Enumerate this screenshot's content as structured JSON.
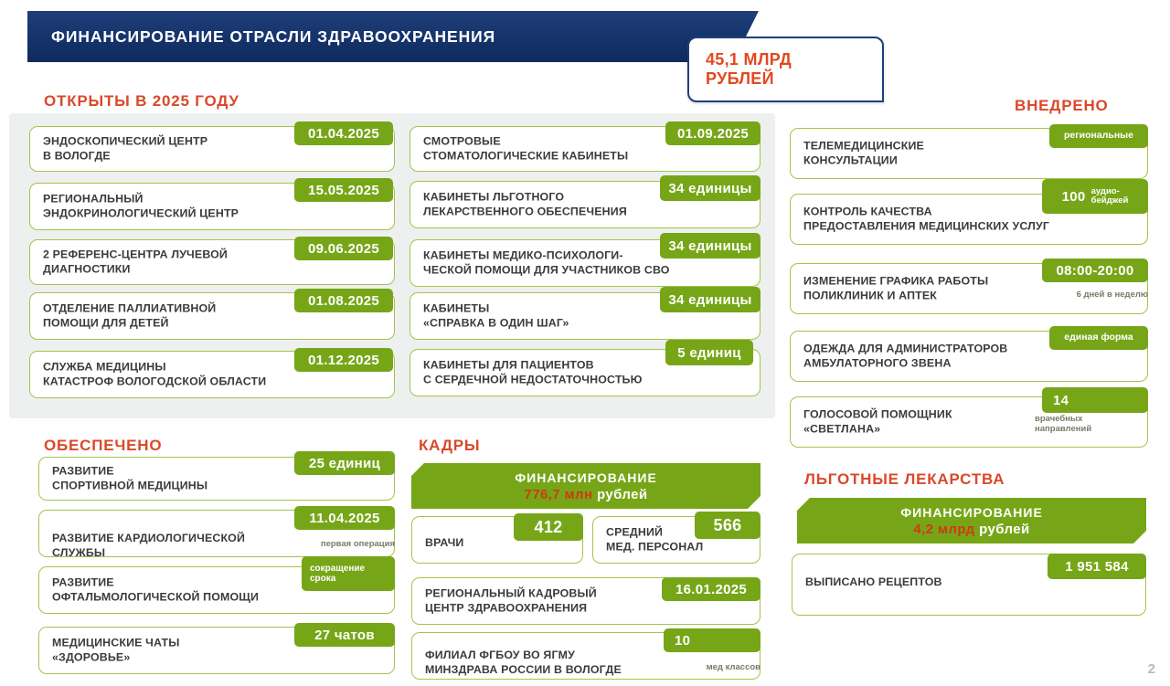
{
  "header": {
    "title": "ФИНАНСИРОВАНИЕ ОТРАСЛИ ЗДРАВООХРАНЕНИЯ",
    "kpi_line1": "45,1 МЛРД",
    "kpi_line2": "РУБЛЕЙ",
    "banner_color": "#1f3f7a",
    "kpi_color": "#e0491f"
  },
  "page_number": "2",
  "theme": {
    "green": "#76a617",
    "card_border": "#a4c44a",
    "heading_red": "#d9492a",
    "panel_bg": "#eef0ef",
    "text_gray": "#3b3b3b"
  },
  "sections": {
    "opened": {
      "heading": "ОТКРЫТЫ В 2025 ГОДУ",
      "col1": [
        {
          "text": "ЭНДОСКОПИЧЕСКИЙ ЦЕНТР\nВ ВОЛОГДЕ",
          "badge": "01.04.2025"
        },
        {
          "text": "РЕГИОНАЛЬНЫЙ\nЭНДОКРИНОЛОГИЧЕСКИЙ ЦЕНТР",
          "badge": "15.05.2025"
        },
        {
          "text": "2 РЕФЕРЕНС-ЦЕНТРА ЛУЧЕВОЙ\nДИАГНОСТИКИ",
          "badge": "09.06.2025"
        },
        {
          "text": "ОТДЕЛЕНИЕ ПАЛЛИАТИВНОЙ\nПОМОЩИ ДЛЯ ДЕТЕЙ",
          "badge": "01.08.2025"
        },
        {
          "text": "СЛУЖБА МЕДИЦИНЫ\nКАТАСТРОФ ВОЛОГОДСКОЙ ОБЛАСТИ",
          "badge": "01.12.2025"
        }
      ],
      "col2": [
        {
          "text": "СМОТРОВЫЕ\nСТОМАТОЛОГИЧЕСКИЕ КАБИНЕТЫ",
          "badge": "01.09.2025"
        },
        {
          "text": "КАБИНЕТЫ ЛЬГОТНОГО\nЛЕКАРСТВЕННОГО ОБЕСПЕЧЕНИЯ",
          "badge": "34 единицы"
        },
        {
          "text": "КАБИНЕТЫ МЕДИКО-ПСИХОЛОГИ-\nЧЕСКОЙ ПОМОЩИ ДЛЯ УЧАСТНИКОВ СВО",
          "badge": "34 единицы"
        },
        {
          "text": "КАБИНЕТЫ\n«СПРАВКА В ОДИН ШАГ»",
          "badge": "34 единицы"
        },
        {
          "text": "КАБИНЕТЫ ДЛЯ ПАЦИЕНТОВ\nС СЕРДЕЧНОЙ НЕДОСТАТОЧНОСТЬЮ",
          "badge": "5 единиц"
        }
      ]
    },
    "implemented": {
      "heading": "ВНЕДРЕНО",
      "items": [
        {
          "text": "ТЕЛЕМЕДИЦИНСКИЕ\nКОНСУЛЬТАЦИИ",
          "badge_small": "региональные"
        },
        {
          "text": "КОНТРОЛЬ КАЧЕСТВА\nПРЕДОСТАВЛЕНИЯ МЕДИЦИНСКИХ УСЛУГ",
          "badge_big": "100",
          "badge_small": "аудио-\nбейджей"
        },
        {
          "text": "ИЗМЕНЕНИЕ ГРАФИКА РАБОТЫ\nПОЛИКЛИНИК И АПТЕК",
          "badge_big": "08:00-20:00",
          "note": "6 дней в неделю"
        },
        {
          "text": "ОДЕЖДА ДЛЯ АДМИНИСТРАТОРОВ\nАМБУЛАТОРНОГО ЗВЕНА",
          "badge_small": "единая форма"
        },
        {
          "text": "ГОЛОСОВОЙ ПОМОЩНИК\n«СВЕТЛАНА»",
          "badge_big": "14",
          "note": "врачебных\nнаправлений"
        }
      ]
    },
    "provided": {
      "heading": "ОБЕСПЕЧЕНО",
      "items": [
        {
          "text": "РАЗВИТИЕ\nСПОРТИВНОЙ МЕДИЦИНЫ",
          "badge": "25 единиц"
        },
        {
          "text": "РАЗВИТИЕ КАРДИОЛОГИЧЕСКОЙ\nСЛУЖБЫ",
          "badge": "11.04.2025",
          "note": "первая операция"
        },
        {
          "text": "РАЗВИТИЕ\nОФТАЛЬМОЛОГИЧЕСКОЙ ПОМОЩИ",
          "badge_multiline": "сокращение\nсрока"
        },
        {
          "text": "МЕДИЦИНСКИЕ ЧАТЫ\n«ЗДОРОВЬЕ»",
          "badge": "27 чатов"
        }
      ]
    },
    "staff": {
      "heading": "КАДРЫ",
      "financing": {
        "title": "ФИНАНСИРОВАНИЕ",
        "amount": "776,7 млн",
        "unit": "рублей"
      },
      "stats": [
        {
          "text": "ВРАЧИ",
          "badge": "412"
        },
        {
          "text": "СРЕДНИЙ\nМЕД. ПЕРСОНАЛ",
          "badge": "566"
        }
      ],
      "items": [
        {
          "text": "РЕГИОНАЛЬНЫЙ КАДРОВЫЙ\nЦЕНТР ЗДРАВООХРАНЕНИЯ",
          "badge": "16.01.2025"
        },
        {
          "text": "ФИЛИАЛ ФГБОУ ВО ЯГМУ\nМИНЗДРАВА РОССИИ В ВОЛОГДЕ",
          "badge": "10",
          "note": "мед классов"
        }
      ]
    },
    "meds": {
      "heading": "ЛЬГОТНЫЕ ЛЕКАРСТВА",
      "financing": {
        "title": "ФИНАНСИРОВАНИЕ",
        "amount": "4,2 млрд",
        "unit": "рублей"
      },
      "items": [
        {
          "text": "ВЫПИСАНО РЕЦЕПТОВ",
          "badge": "1 951 584"
        }
      ]
    }
  }
}
